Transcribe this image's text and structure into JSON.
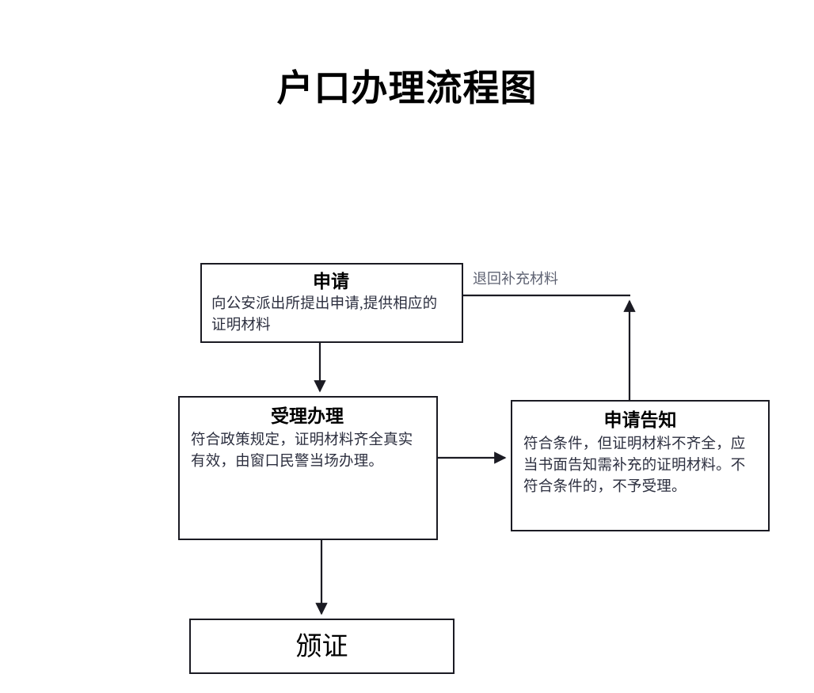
{
  "document": {
    "title": "户口办理流程图",
    "background_color": "#ffffff",
    "line_color": "#1b1b23",
    "heading_color": "#000000",
    "body_text_color": "#2c2f3f",
    "label_color": "#5e6272"
  },
  "chart_data": {
    "type": "diagram",
    "diagram_type": "flowchart",
    "title": "户口办理流程图",
    "orientation": "top-to-bottom",
    "nodes": [
      {
        "id": "apply",
        "heading": "申请",
        "body": "向公安派出所提出申请,提供相应的证明材料",
        "shape": "rectangle"
      },
      {
        "id": "accept",
        "heading": "受理办理",
        "body": "符合政策规定，证明材料齐全真实有效，由窗口民警当场办理。",
        "shape": "rectangle"
      },
      {
        "id": "notify",
        "heading": "申请告知",
        "body": "符合条件，但证明材料不齐全，应当书面告知需补充的证明材料。不符合条件的，不予受理。",
        "shape": "rectangle"
      },
      {
        "id": "issue",
        "heading": "颁证",
        "body": "",
        "shape": "rectangle"
      }
    ],
    "edges": [
      {
        "from": "apply",
        "to": "accept",
        "label": "",
        "direction": "down"
      },
      {
        "from": "accept",
        "to": "notify",
        "label": "",
        "direction": "right"
      },
      {
        "from": "notify",
        "to": "apply",
        "label": "退回补充材料",
        "direction": "up-left"
      },
      {
        "from": "accept",
        "to": "issue",
        "label": "",
        "direction": "down"
      }
    ]
  },
  "nodes": {
    "apply": {
      "heading": "申请",
      "body_line1": "向公安派出所提出申请,提供相应的",
      "body_line2": "证明材料"
    },
    "accept": {
      "heading": "受理办理",
      "body_line1": "符合政策规定，证明材料齐全真实",
      "body_line2": "有效，由窗口民警当场办理。"
    },
    "notify": {
      "heading": "申请告知",
      "body_line1": "符合条件，但证明材料不齐全，应",
      "body_line2": "当书面告知需补充的证明材料。不",
      "body_line3": "符合条件的，不予受理。"
    },
    "issue": {
      "heading": "颁证"
    }
  },
  "edges": {
    "return_label": "退回补充材料"
  }
}
